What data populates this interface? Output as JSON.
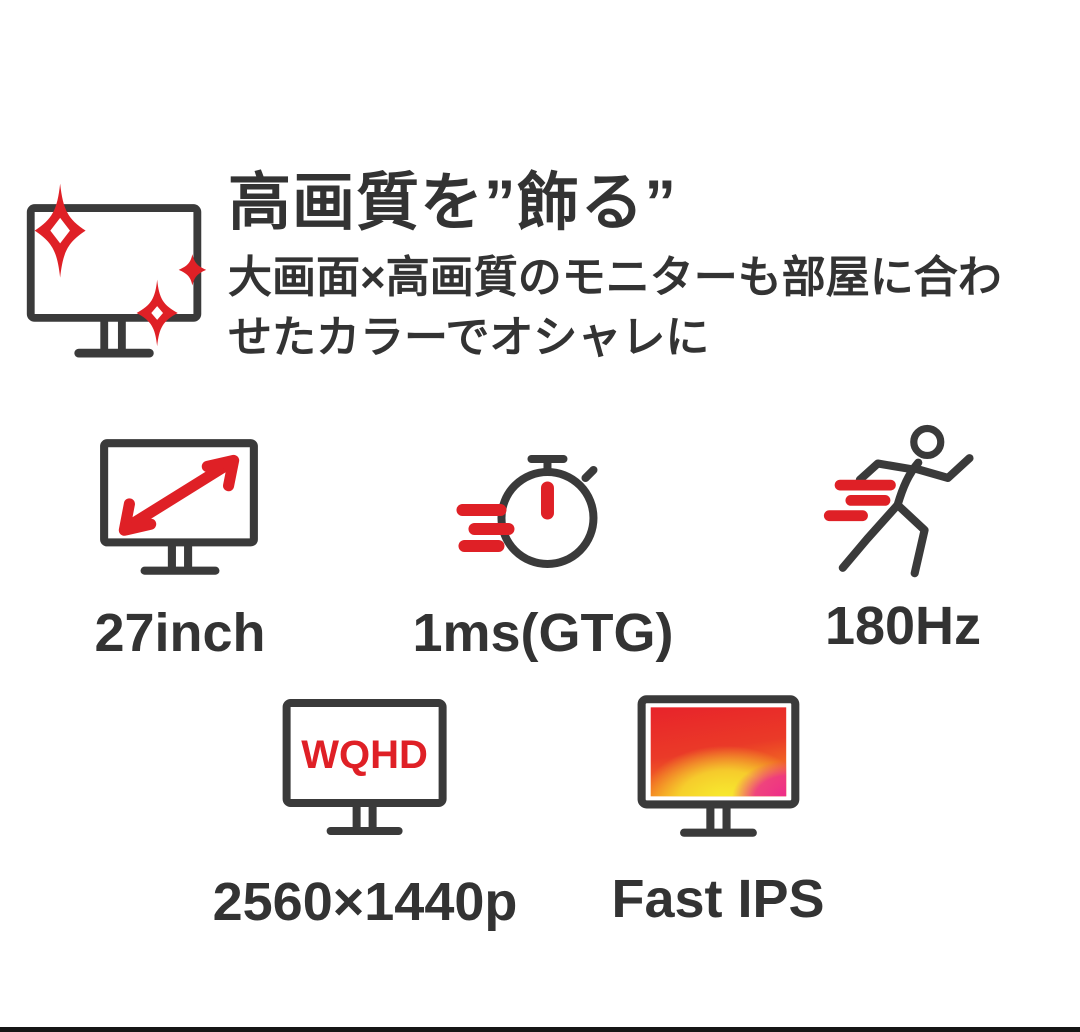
{
  "page": {
    "background": "#ffffff",
    "bottom_bar_color": "#161616"
  },
  "colors": {
    "accent_red": "#df2026",
    "icon_stroke": "#3a3a3a",
    "text": "#333333",
    "screen_gradient": [
      "#e8232a",
      "#f58220",
      "#f7ec2f",
      "#ee2a8b"
    ]
  },
  "header": {
    "icon": "sparkle-monitor-icon",
    "title": "高画質を”飾る”",
    "subtitle_line1": "大画面×高画質のモニターも部屋に合わ",
    "subtitle_line2": "せたカラーでオシャレに"
  },
  "features": [
    {
      "id": "screen-size",
      "icon": "monitor-diagonal-arrow-icon",
      "label": "27inch"
    },
    {
      "id": "response-time",
      "icon": "stopwatch-icon",
      "label": "1ms(GTG)"
    },
    {
      "id": "refresh-rate",
      "icon": "running-person-icon",
      "label": "180Hz"
    },
    {
      "id": "resolution",
      "icon": "wqhd-monitor-icon",
      "screen_text": "WQHD",
      "label": "2560×1440p"
    },
    {
      "id": "panel-type",
      "icon": "gradient-monitor-icon",
      "label": "Fast IPS"
    }
  ]
}
